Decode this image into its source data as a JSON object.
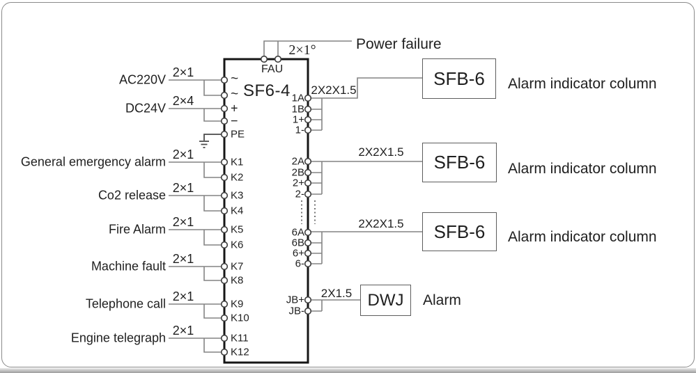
{
  "device": {
    "model": "SF6-4",
    "top_terminal": "FAU",
    "left_terminals": [
      "~",
      "~",
      "+",
      "−",
      "PE",
      "K1",
      "K2",
      "K3",
      "K4",
      "K5",
      "K6",
      "K7",
      "K8",
      "K9",
      "K10",
      "K11",
      "K12"
    ],
    "right_terminals": [
      "1A",
      "1B",
      "1+",
      "1-",
      "2A",
      "2B",
      "2+",
      "2-",
      "6A",
      "6B",
      "6+",
      "6-",
      "JB+",
      "JB-"
    ]
  },
  "power_failure": {
    "cable": "2×1°",
    "label": "Power failure"
  },
  "left_inputs": [
    {
      "label": "AC220V",
      "cable": "2×1"
    },
    {
      "label": "DC24V",
      "cable": "2×4"
    },
    {
      "label": "General emergency alarm",
      "cable": "2×1"
    },
    {
      "label": "Co2 release",
      "cable": "2×1"
    },
    {
      "label": "Fire Alarm",
      "cable": "2×1"
    },
    {
      "label": "Machine fault",
      "cable": "2×1"
    },
    {
      "label": "Telephone call",
      "cable": "2×1"
    },
    {
      "label": "Engine telegraph",
      "cable": "2×1"
    }
  ],
  "right_outputs": [
    {
      "box": "SFB-6",
      "cable": "2X2X1.5",
      "label": "Alarm indicator column"
    },
    {
      "box": "SFB-6",
      "cable": "2X2X1.5",
      "label": "Alarm indicator column"
    },
    {
      "box": "SFB-6",
      "cable": "2X2X1.5",
      "label": "Alarm indicator column"
    },
    {
      "box": "DWJ",
      "cable": "2X1.5",
      "label": "Alarm"
    }
  ],
  "colors": {
    "wire": "#848484",
    "ink": "#1a1a1a",
    "box_border": "#5d5d5d"
  }
}
